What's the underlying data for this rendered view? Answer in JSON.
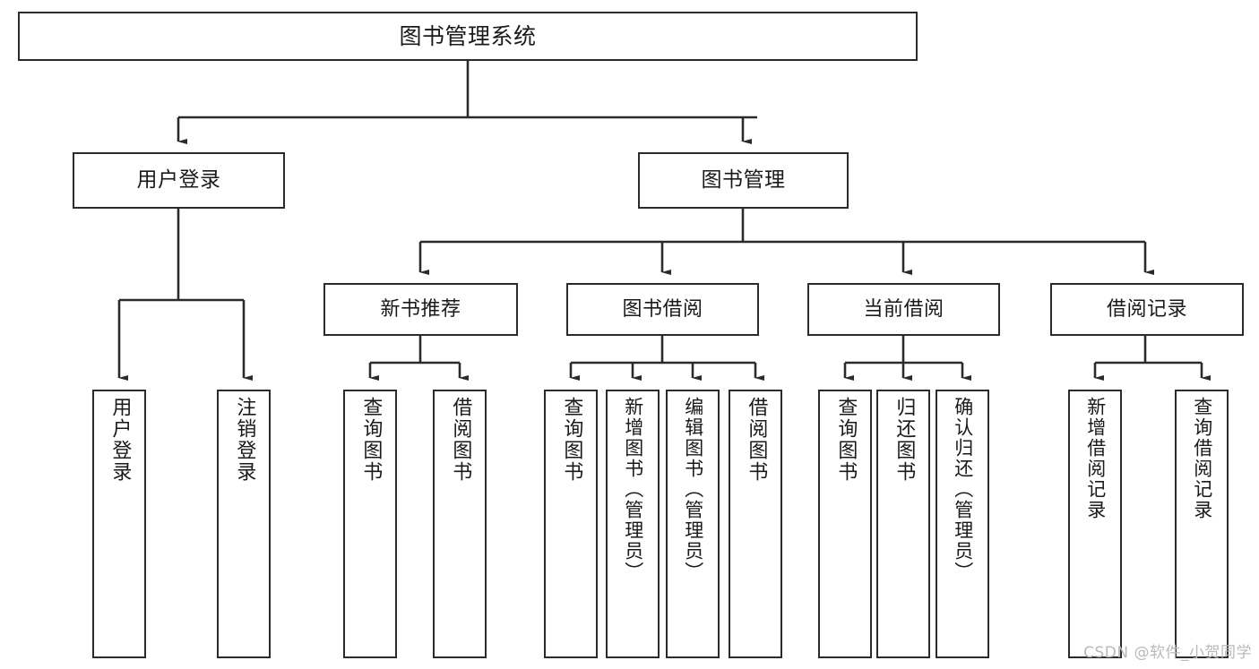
{
  "diagram": {
    "title": "图书管理系统",
    "type": "tree-hierarchy",
    "stroke_color": "#2b2b2b",
    "background_color": "#ffffff",
    "root": {
      "label": "图书管理系统"
    },
    "level2": [
      {
        "label": "用户登录"
      },
      {
        "label": "图书管理"
      }
    ],
    "level3": [
      {
        "label": "新书推荐"
      },
      {
        "label": "图书借阅"
      },
      {
        "label": "当前借阅"
      },
      {
        "label": "借阅记录"
      }
    ],
    "leaves": {
      "user_login": [
        {
          "label": "用户登录"
        },
        {
          "label": "注销登录"
        }
      ],
      "new_book_recommend": [
        {
          "label": "查询图书"
        },
        {
          "label": "借阅图书"
        }
      ],
      "book_borrow": [
        {
          "label": "查询图书"
        },
        {
          "label": "新增图书（管理员）"
        },
        {
          "label": "编辑图书（管理员）"
        },
        {
          "label": "借阅图书"
        }
      ],
      "current_borrow": [
        {
          "label": "查询图书"
        },
        {
          "label": "归还图书"
        },
        {
          "label": "确认归还（管理员）"
        }
      ],
      "borrow_record": [
        {
          "label": "新增借阅记录"
        },
        {
          "label": "查询借阅记录"
        }
      ]
    }
  },
  "watermark": {
    "text": "CSDN @软件_小贺同学"
  }
}
